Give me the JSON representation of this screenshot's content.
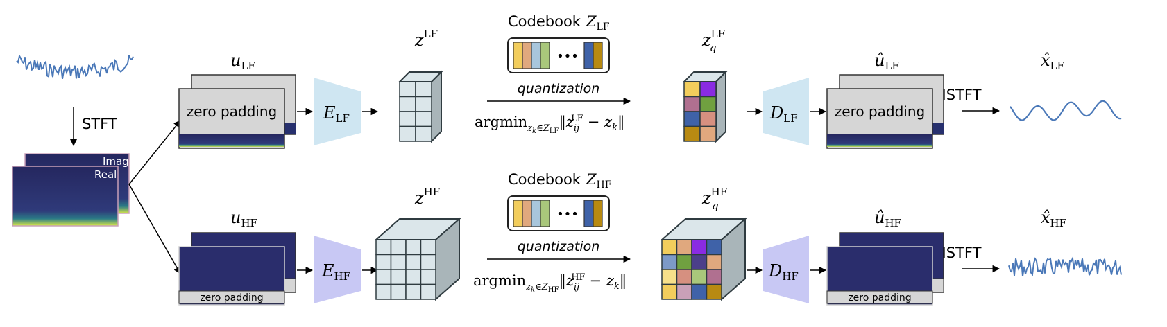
{
  "labels": {
    "stft": "STFT",
    "imag": "Imag",
    "real": "Real",
    "istft_lf": "ISTFT",
    "istft_hf": "ISTFT"
  },
  "lf": {
    "input_symbol": "u",
    "input_sub": "LF",
    "zero_padding": "zero padding",
    "encoder_symbol": "E",
    "encoder_sub": "LF",
    "latent_symbol": "z",
    "latent_sup": "LF",
    "codebook_title": "Codebook",
    "codebook_symbol": "Z",
    "codebook_sub": "LF",
    "codebook_dots": "•••",
    "quantization": "quantization",
    "argmin_op": "argmin",
    "argmin_sub": "z",
    "argmin_sub_k": "k",
    "argmin_sub_set": "∈Z",
    "argmin_sub_setsub": "LF",
    "norm_open": "‖z",
    "norm_sub": "ij",
    "norm_sup": "LF",
    "norm_rest": "− z",
    "norm_k": "k",
    "norm_close": "‖",
    "quantized_symbol": "z",
    "quantized_sub": "q",
    "quantized_sup": "LF",
    "decoder_symbol": "D",
    "decoder_sub": "LF",
    "output_hat_symbol": "û",
    "output_hat_sub": "LF",
    "output_zero_padding": "zero padding",
    "recon_symbol": "x̂",
    "recon_sub": "LF"
  },
  "hf": {
    "input_symbol": "u",
    "input_sub": "HF",
    "zero_padding": "zero padding",
    "encoder_symbol": "E",
    "encoder_sub": "HF",
    "latent_symbol": "z",
    "latent_sup": "HF",
    "codebook_title": "Codebook",
    "codebook_symbol": "Z",
    "codebook_sub": "HF",
    "codebook_dots": "•••",
    "quantization": "quantization",
    "argmin_op": "argmin",
    "argmin_sub": "z",
    "argmin_sub_k": "k",
    "argmin_sub_set": "∈Z",
    "argmin_sub_setsub": "HF",
    "norm_open": "‖z",
    "norm_sub": "ij",
    "norm_sup": "HF",
    "norm_rest": "− z",
    "norm_k": "k",
    "norm_close": "‖",
    "quantized_symbol": "z",
    "quantized_sub": "q",
    "quantized_sup": "HF",
    "decoder_symbol": "D",
    "decoder_sub": "HF",
    "output_hat_symbol": "û",
    "output_hat_sub": "HF",
    "output_zero_padding": "zero padding",
    "recon_symbol": "x̂",
    "recon_sub": "HF"
  },
  "colors": {
    "signal": "#4a78b8",
    "encoder_lf": "#cfe6f2",
    "decoder_lf": "#cfe6f2",
    "encoder_hf": "#c8c8f4",
    "decoder_hf": "#c8c8f4",
    "cube_face": "#dbe6ea",
    "cube_side": "#a9b5b9",
    "cube_stroke": "#2f3b40",
    "spectrogram": "#2b2d6e",
    "spectrogram_band": "#d7e64a",
    "zero_pad_fill": "#d6d6d6",
    "codebook_entries": [
      "#f2cd5c",
      "#e0a87e",
      "#a8c6dc",
      "#a9c77b",
      "#3f62a8",
      "#b88a12"
    ]
  },
  "quantized_grid_colors": {
    "lf": [
      "#f2cd5c",
      "#8a2be2",
      "#b07090",
      "#70a040",
      "#3f62a8",
      "#d69080",
      "#b88a12",
      "#e0a87e"
    ],
    "hf": [
      "#f2cd5c",
      "#e0a87e",
      "#8a2be2",
      "#3f62a8",
      "#7d9ac8",
      "#70a040",
      "#4b3f8a",
      "#e0a87e",
      "#f7e08a",
      "#d69080",
      "#a9c77b",
      "#b07090",
      "#f2cd5c",
      "#c9a0b8",
      "#3f62a8",
      "#b88a12"
    ]
  }
}
